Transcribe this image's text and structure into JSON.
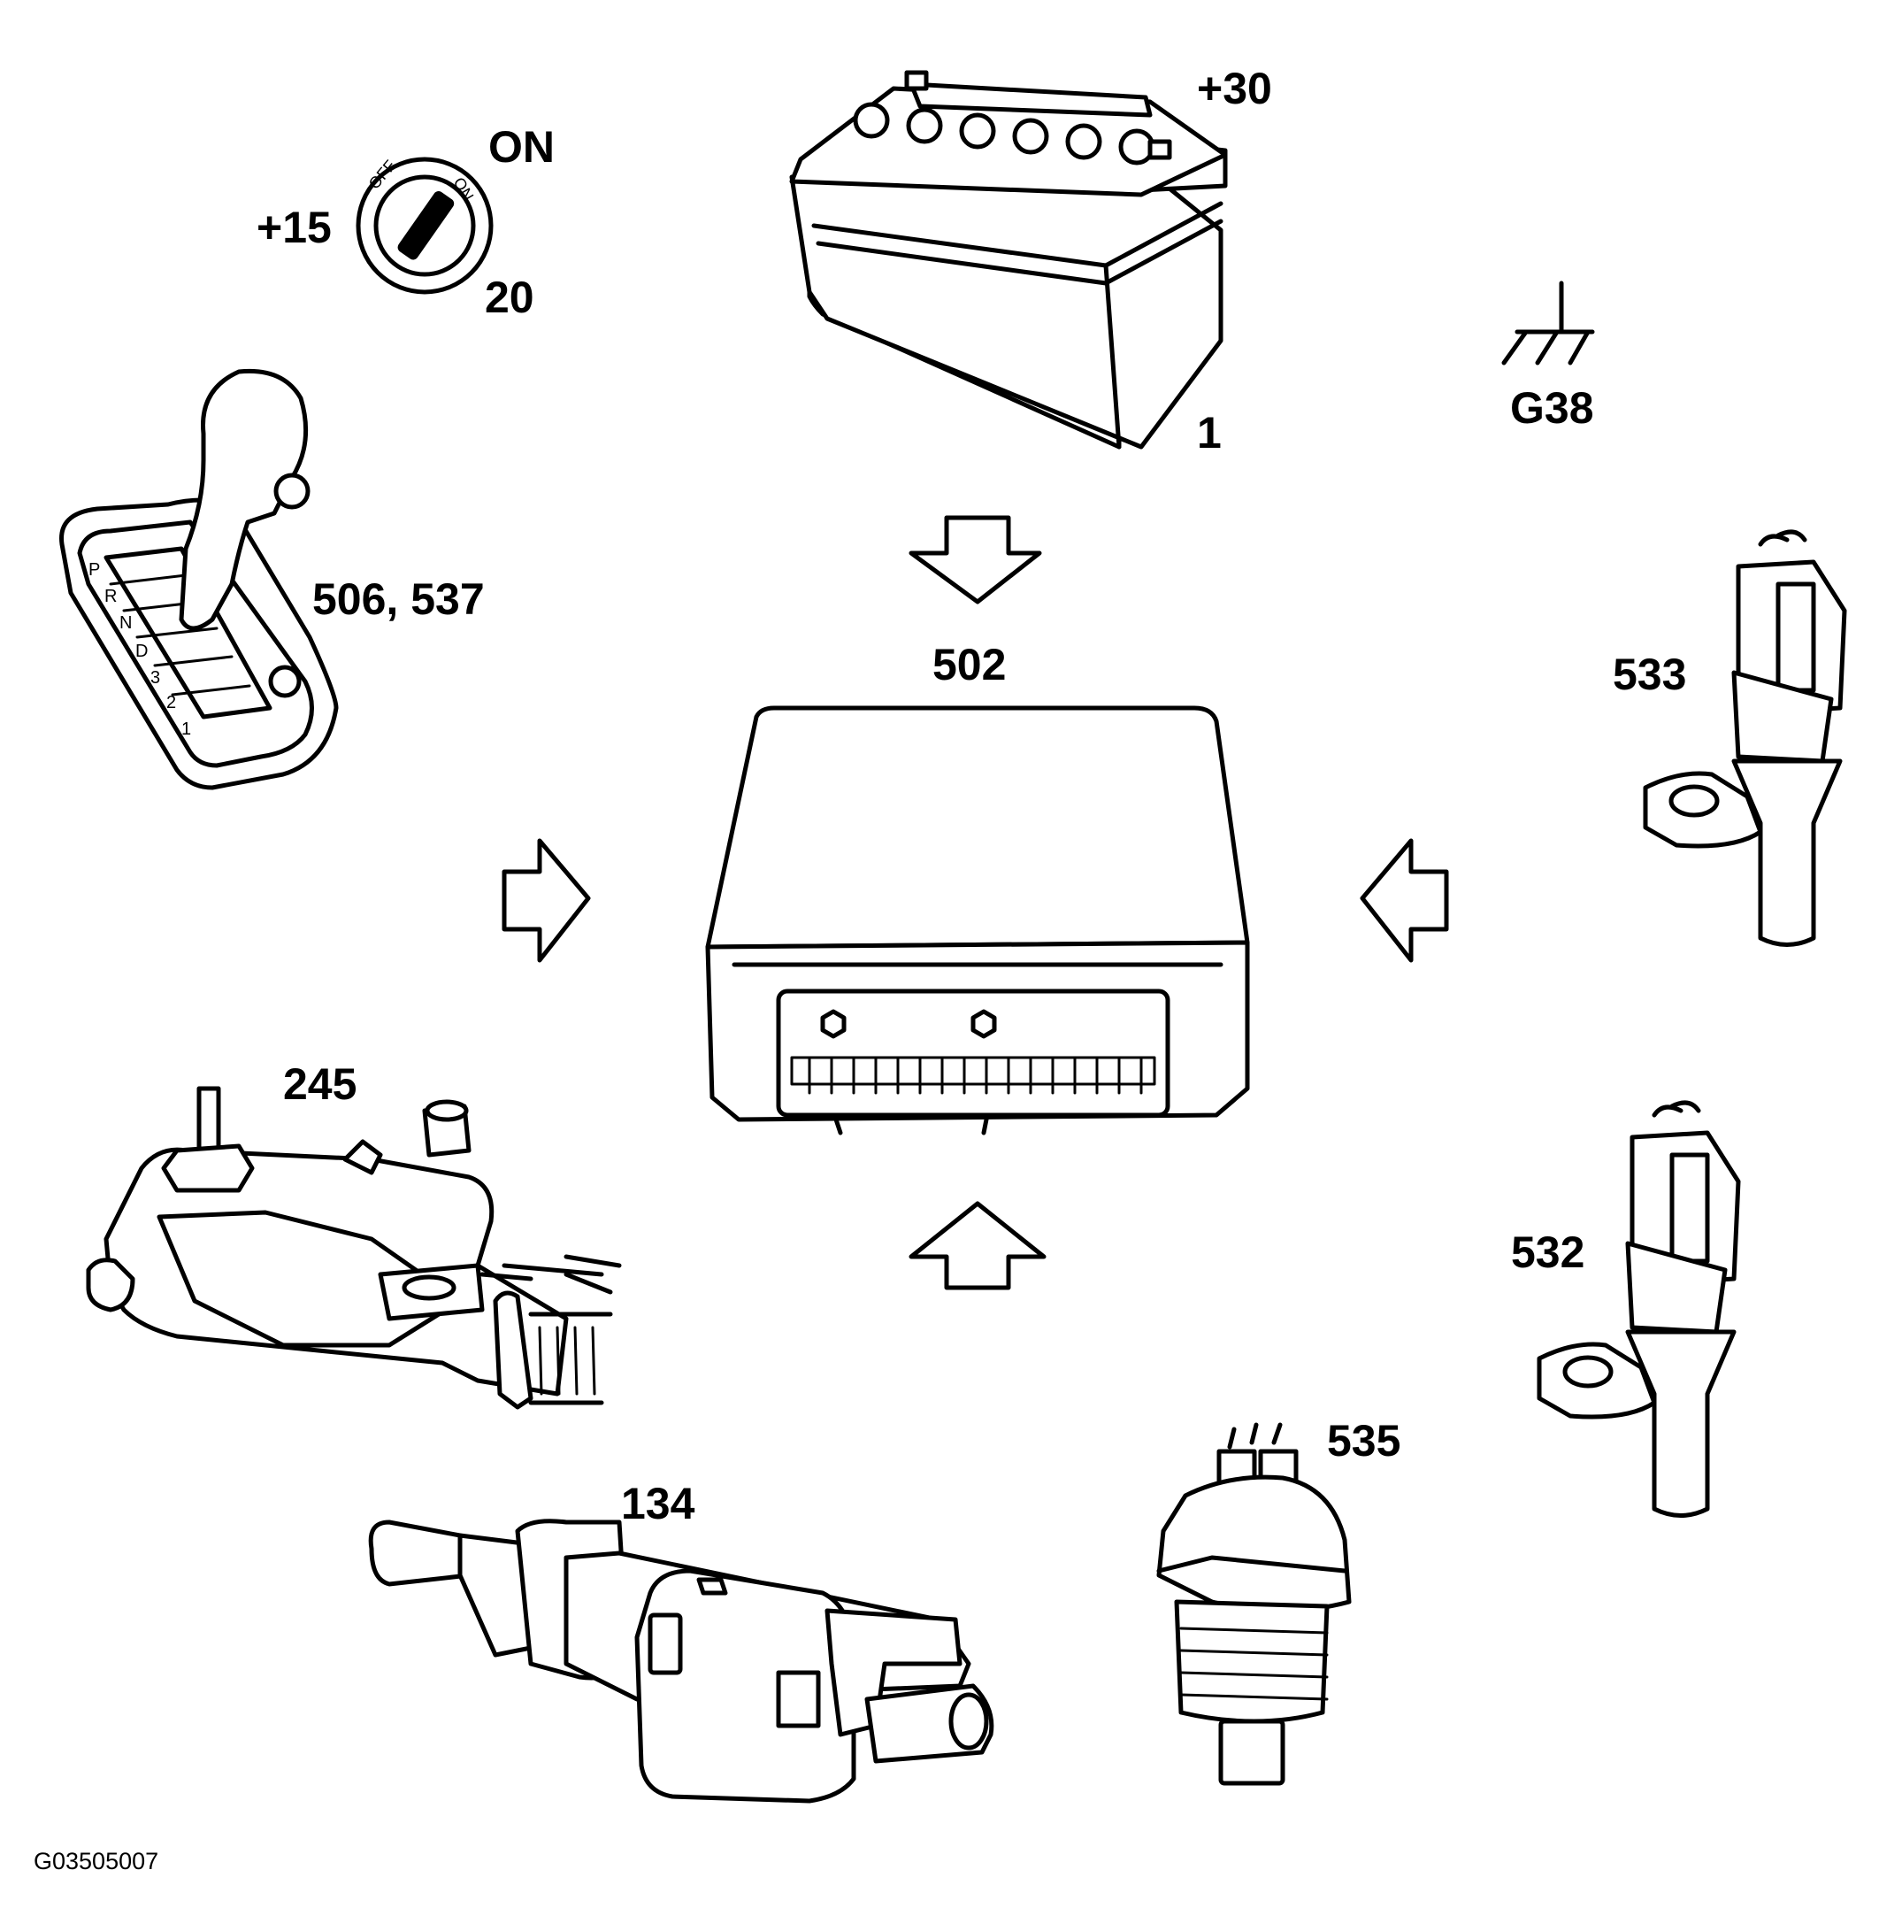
{
  "labels": {
    "battery_terminal": "+30",
    "ignition_on": "ON",
    "ignition_terminal": "+15",
    "ignition_switch": "20",
    "battery": "1",
    "ground": "G38",
    "gear_selector": "506, 537",
    "control_module": "502",
    "sensor_upper": "533",
    "neutral_switch": "245",
    "sensor_lower": "532",
    "temperature_sender": "535",
    "brake_switch": "134"
  },
  "figure_code": "G03505007"
}
